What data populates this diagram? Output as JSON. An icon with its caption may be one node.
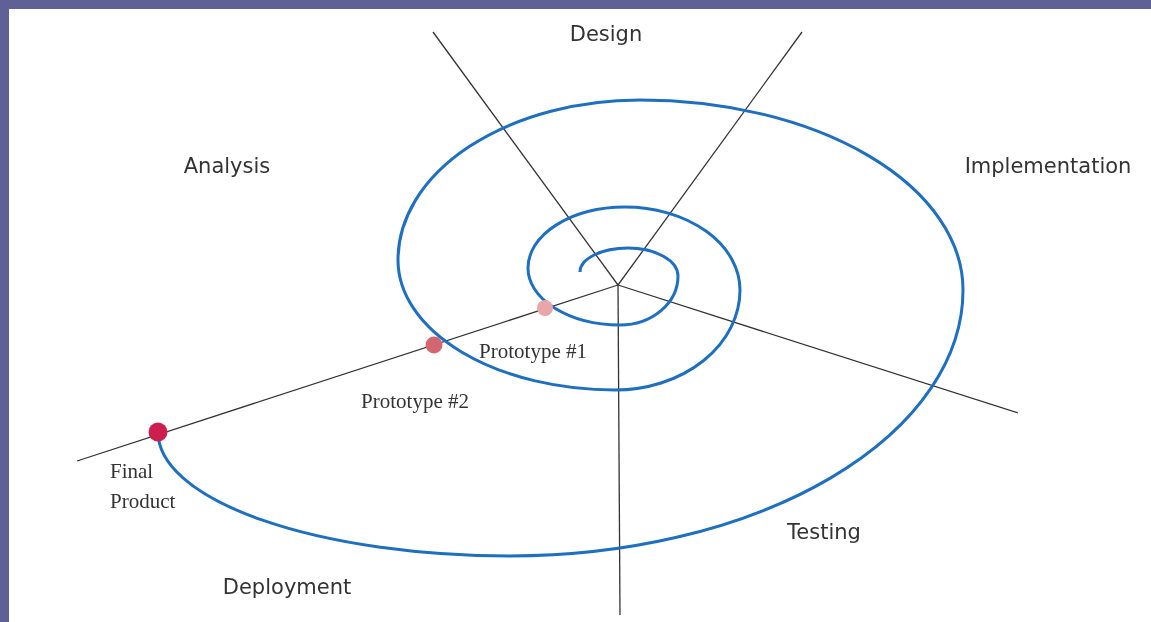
{
  "diagram": {
    "labels": [
      "Design",
      "Analysis",
      "Implementation",
      "Prototype #1",
      "Prototype #2",
      "Final Product",
      "Testing",
      "Deployment"
    ]
  }
}
